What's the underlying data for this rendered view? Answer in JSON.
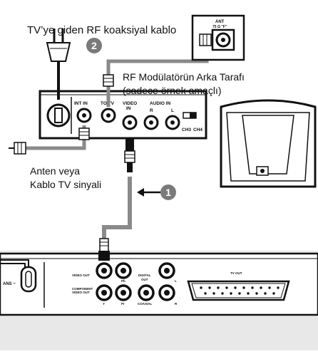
{
  "callouts": {
    "tv_cable": "TV’ye giden RF koaksiyal kablo",
    "rf_modulator_line1": "RF Modülatörün Arka Tarafı",
    "rf_modulator_line2": "(sadece örnek amaçlı)",
    "antenna_line1": "Anten veya",
    "antenna_line2": "Kablo TV sinyali"
  },
  "steps": {
    "step1": "1",
    "step2": "2"
  },
  "tv_jack": {
    "label_line1": "ANT",
    "label_line2": "75 Ω \"F\""
  },
  "modulator": {
    "int_in": "INT IN",
    "to_tv": "TO TV",
    "video_in_1": "VIDEO",
    "video_in_2": "IN",
    "audio_in": "AUDIO IN",
    "audio_r": "R",
    "audio_l": "L",
    "ch3": "CH3",
    "ch4": "CH4"
  },
  "player": {
    "mains": "ANS ~",
    "video_out": "VIDEO OUT",
    "component_1": "COMPONENT",
    "component_2": "VIDEO OUT",
    "pb": "Pb",
    "y": "Y",
    "pr": "Pr",
    "digital_1": "DIGITAL",
    "digital_2": "OUT",
    "coaxial": "COAXIAL",
    "l": "L",
    "r": "R",
    "tv_out": "TV OUT"
  },
  "colors": {
    "page": "#ffffff",
    "panel": "#e8e8e8",
    "ink": "#111111",
    "cable_gray": "#8a8a8a"
  }
}
